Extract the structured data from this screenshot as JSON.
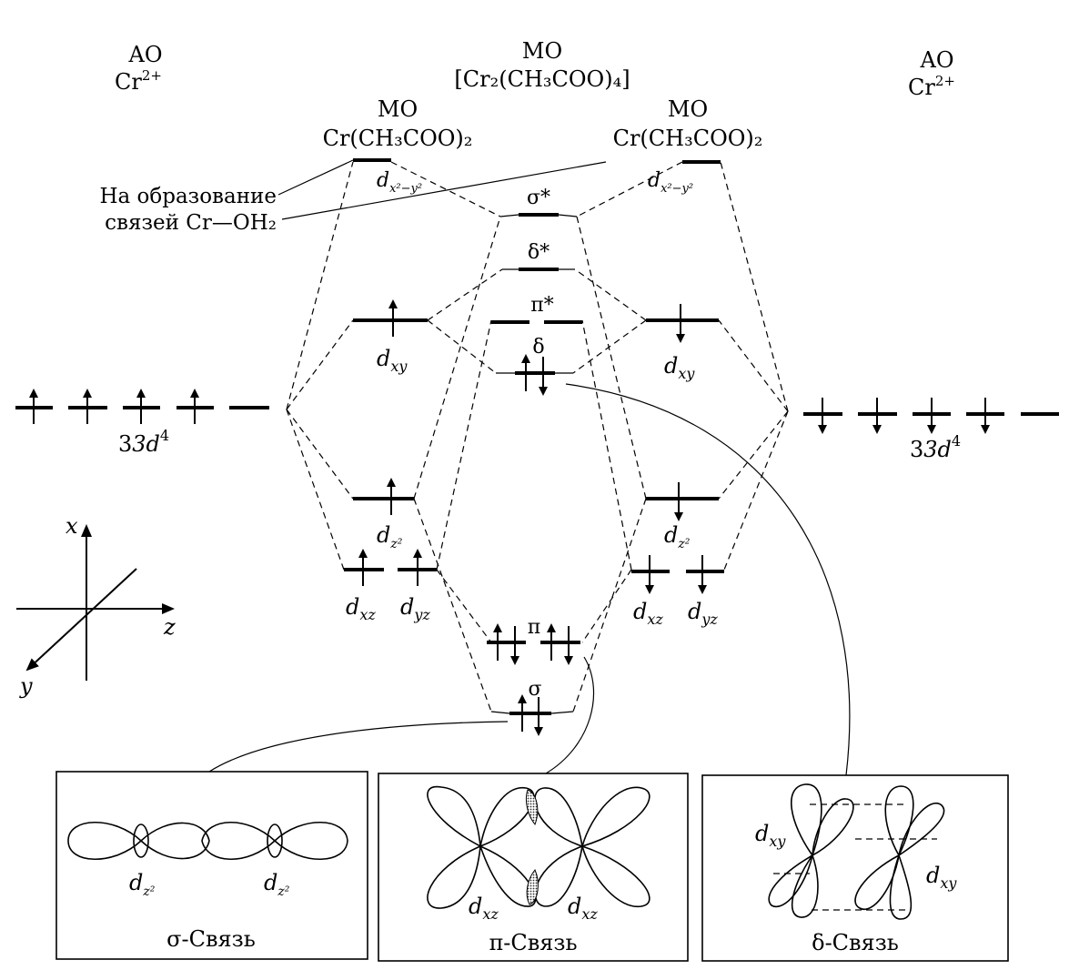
{
  "headers": {
    "ao_left": "AO",
    "ao_left_ion": "Cr",
    "ao_left_charge": "2+",
    "mo_center": "MO",
    "mo_center_formula": "[Cr₂(CH₃COO)₄]",
    "mo_left": "MO",
    "mo_left_formula": "Cr(CH₃COO)₂",
    "mo_right": "MO",
    "mo_right_formula": "Cr(CH₃COO)₂",
    "ao_right": "AO",
    "ao_right_ion": "Cr",
    "ao_right_charge": "2+"
  },
  "annotation": {
    "line1": "На образование",
    "line2": "связей Cr—OH₂"
  },
  "ao_levels": {
    "left_label": "3d",
    "left_sup": "4",
    "right_label": "3d",
    "right_sup": "4"
  },
  "fragment_orbitals": {
    "left": {
      "dx2y2": "d",
      "dx2y2_sub": "x²−y²",
      "dxy": "d",
      "dxy_sub": "xy",
      "dz2": "d",
      "dz2_sub": "z²",
      "dxz": "d",
      "dxz_sub": "xz",
      "dyz": "d",
      "dyz_sub": "yz"
    },
    "right": {
      "dx2y2": "d",
      "dx2y2_sub": "x²−y²",
      "dxy": "d",
      "dxy_sub": "xy",
      "dz2": "d",
      "dz2_sub": "z²",
      "dxz": "d",
      "dxz_sub": "xz",
      "dyz": "d",
      "dyz_sub": "yz"
    }
  },
  "mo_levels": {
    "sigma_star": "σ*",
    "delta_star": "δ*",
    "pi_star": "π*",
    "delta": "δ",
    "pi": "π",
    "sigma": "σ"
  },
  "axes": {
    "x": "x",
    "y": "y",
    "z": "z"
  },
  "panels": {
    "sigma": {
      "caption": "σ-Связь",
      "orb1": "d",
      "orb1_sub": "z²",
      "orb2": "d",
      "orb2_sub": "z²"
    },
    "pi": {
      "caption": "π-Связь",
      "orb1": "d",
      "orb1_sub": "xz",
      "orb2": "d",
      "orb2_sub": "xz"
    },
    "delta": {
      "caption": "δ-Связь",
      "orb1": "d",
      "orb1_sub": "xy",
      "orb2": "d",
      "orb2_sub": "xy"
    }
  }
}
